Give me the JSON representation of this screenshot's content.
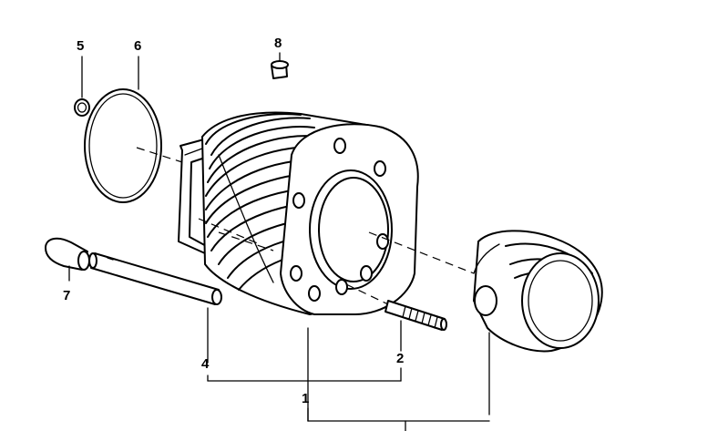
{
  "callouts": [
    {
      "id": "5",
      "text": "5"
    },
    {
      "id": "6",
      "text": "6"
    },
    {
      "id": "8",
      "text": "8"
    },
    {
      "id": "7",
      "text": "7"
    },
    {
      "id": "4",
      "text": "4"
    },
    {
      "id": "2",
      "text": "2"
    },
    {
      "id": "1",
      "text": "1"
    }
  ]
}
